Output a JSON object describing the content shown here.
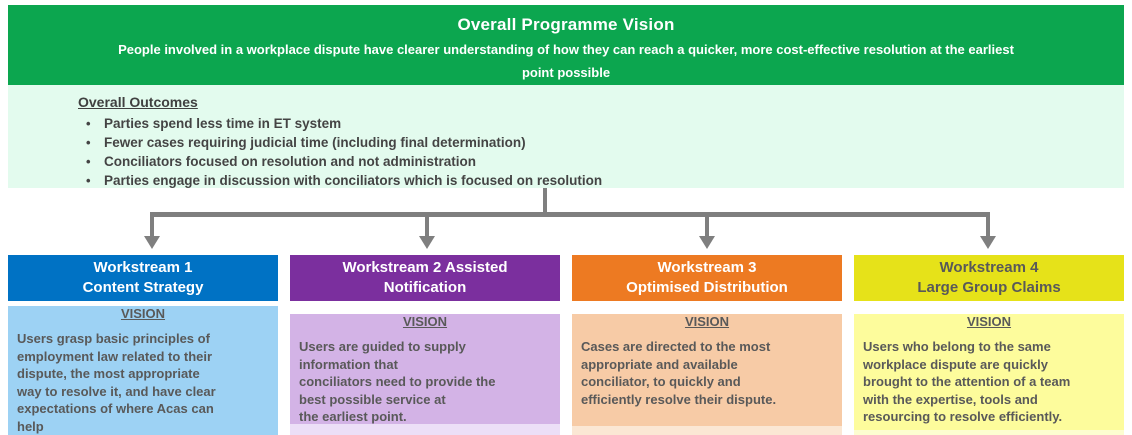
{
  "banner": {
    "title": "Overall Programme Vision",
    "subtitle": "People involved in a workplace dispute have clearer understanding of how they can reach a quicker, more cost-effective resolution at the earliest\npoint possible"
  },
  "outcomes": {
    "heading": "Overall Outcomes",
    "bullets": [
      "Parties spend less time in ET system",
      "Fewer cases requiring judicial time (including final determination)",
      "Conciliators focused on resolution and not administration",
      "Parties engage in discussion with conciliators which is focused on resolution"
    ]
  },
  "workstreams": [
    {
      "title": "Workstream 1\nContent Strategy",
      "section_label": "VISION",
      "vision": "Users grasp basic principles of\nemployment law related to their\ndispute, the most appropriate\nway to resolve it, and have clear\nexpectations of where Acas can\nhelp",
      "header_bg": "#0072c4",
      "header_text": "#ffffff",
      "body_bg": "#9dd2f4"
    },
    {
      "title": "Workstream 2 Assisted\nNotification",
      "section_label": "VISION",
      "vision": "Users are guided to supply\ninformation that\nconciliators need to provide the\nbest possible service at\nthe earliest point.",
      "header_bg": "#7b2f9e",
      "header_text": "#ffffff",
      "body_bg": "#d3b3e6",
      "next_bg": "#ecdff7"
    },
    {
      "title": "Workstream 3\nOptimised Distribution",
      "section_label": "VISION",
      "vision": "Cases are directed to the most\nappropriate and available\nconciliator, to quickly and\nefficiently resolve their dispute.",
      "header_bg": "#ed7a22",
      "header_text": "#ffffff",
      "body_bg": "#f7cba6",
      "next_bg": "#fbe7d4"
    },
    {
      "title": "Workstream 4\nLarge Group Claims",
      "section_label": "VISION",
      "vision": "Users who belong to the same\nworkplace dispute are quickly\nbrought to the attention of a team\nwith the expertise, tools and\nresourcing to resolve efficiently.",
      "header_bg": "#e6e219",
      "header_text": "#595959",
      "body_bg": "#fdfc9c",
      "next_bg": "#fdfdd0"
    }
  ],
  "colors": {
    "banner_green": "#0ca64f",
    "outcomes_mint": "#e3fbee",
    "connector_gray": "#7f7f7f",
    "body_text": "#595959",
    "page_bg": "#ffffff"
  }
}
